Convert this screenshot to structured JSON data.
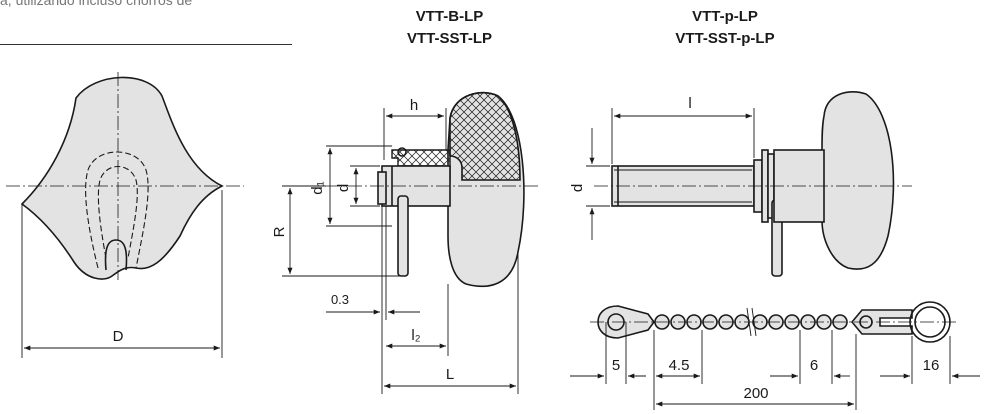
{
  "intro_text": "a, utilizando incluso chorros de",
  "titles": {
    "left_line1": "VTT-B-LP",
    "left_line2": "VTT-SST-LP",
    "right_line1": "VTT-p-LP",
    "right_line2": "VTT-SST-p-LP"
  },
  "dims": {
    "D": "D",
    "h": "h",
    "d1": "d₁",
    "d_left": "d",
    "R": "R",
    "t03": "0.3",
    "l2": "l₂",
    "L": "L",
    "l": "l",
    "d_right": "d",
    "c5": "5",
    "c45": "4.5",
    "c6": "6",
    "c16": "16",
    "c200": "200"
  }
}
